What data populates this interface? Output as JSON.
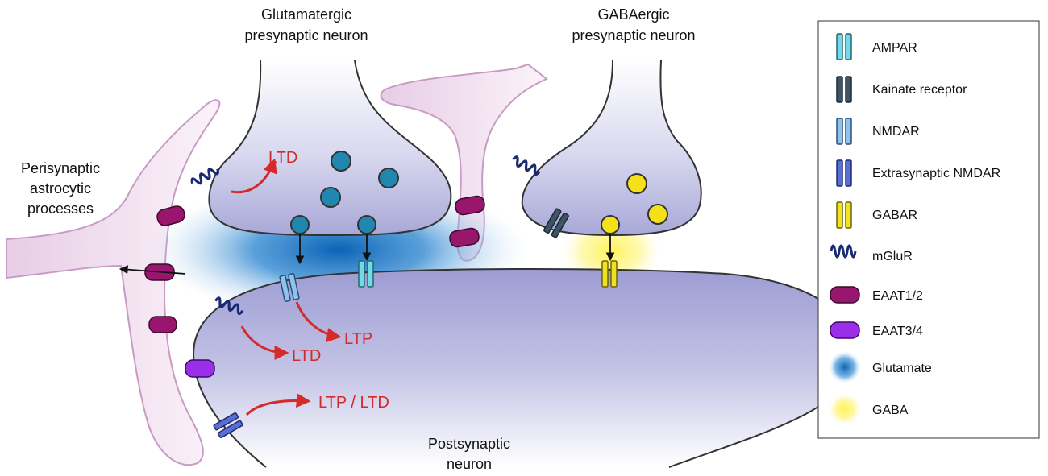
{
  "labels": {
    "glutamatergic": [
      "Glutamatergic",
      "presynaptic neuron"
    ],
    "gabaergic": [
      "GABAergic",
      "presynaptic neuron"
    ],
    "astrocyte": [
      "Perisynaptic",
      "astrocytic",
      "processes"
    ],
    "postsynaptic": [
      "Postsynaptic",
      "neuron"
    ]
  },
  "effects": {
    "ltd_pre": "LTD",
    "ltd_post": "LTD",
    "ltp": "LTP",
    "ltp_ltd": "LTP / LTD"
  },
  "legend": {
    "items": [
      "AMPAR",
      "Kainate receptor",
      "NMDAR",
      "Extrasynaptic NMDAR",
      "GABAR",
      "mGluR",
      "EAAT1/2",
      "EAAT3/4",
      "Glutamate",
      "GABA"
    ]
  },
  "colors": {
    "neuron_fill": "#aeaedb",
    "astrocyte_fill": "#f2e2f0",
    "astrocyte_edge": "#c89ac4",
    "vesicle_glut": "#1f87b0",
    "vesicle_gaba": "#f4e11a",
    "effect_red": "#d42a2a",
    "ampar": "#6fdbe8",
    "kainate": "#3e5566",
    "nmdar": "#8ec3ee",
    "extra_nmdar": "#5a6fd6",
    "gabar": "#f0e21e",
    "mglur": "#1b2b73",
    "eaat12": "#98166e",
    "eaat34": "#9b2ee8"
  }
}
